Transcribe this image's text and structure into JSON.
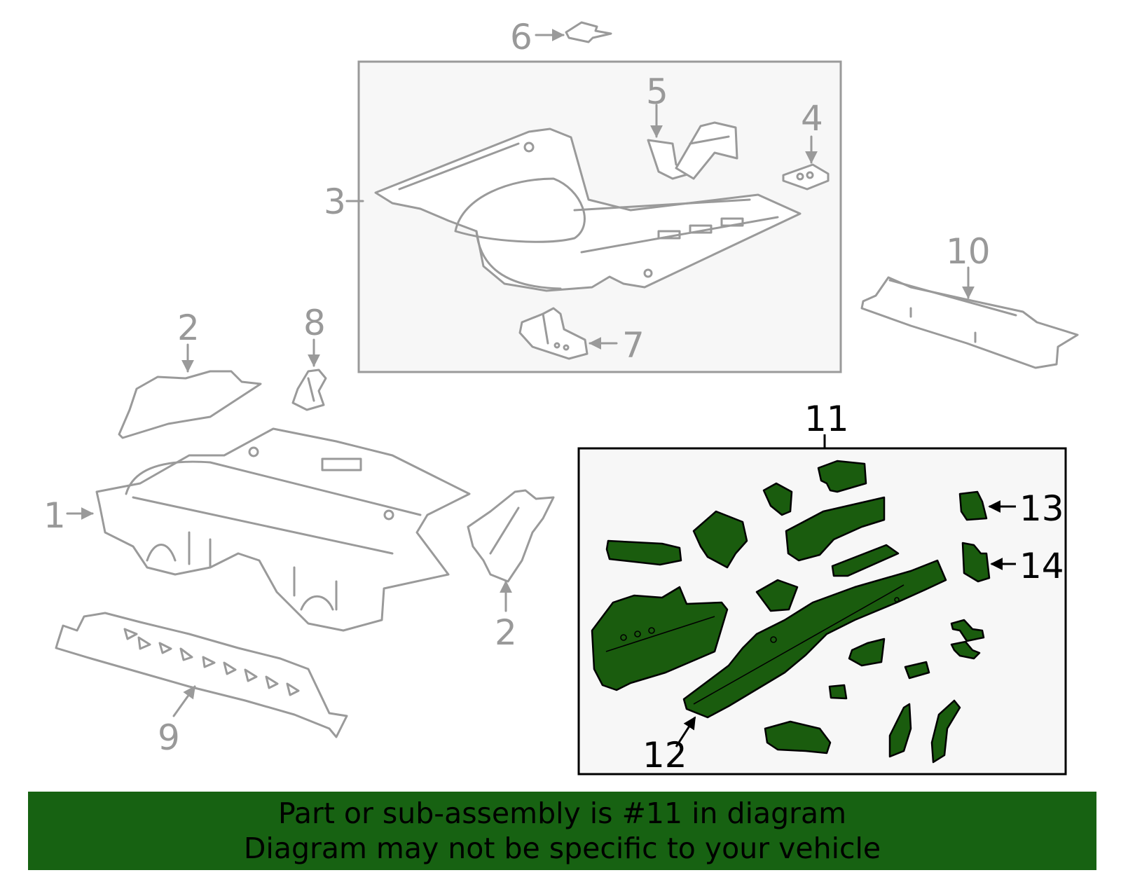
{
  "callouts": {
    "c1": "1",
    "c2a": "2",
    "c2b": "2",
    "c3": "3",
    "c4": "4",
    "c5": "5",
    "c6": "6",
    "c7": "7",
    "c8": "8",
    "c9": "9",
    "c10": "10",
    "c11": "11",
    "c12": "12",
    "c13": "13",
    "c14": "14"
  },
  "colors": {
    "highlight": "#1a5c0e",
    "banner": "#176212",
    "outline_gray": "#9a9a9a"
  },
  "banner": {
    "line1": "Part or sub-assembly is #11 in diagram",
    "line2": "Diagram may not be specific to your vehicle"
  }
}
